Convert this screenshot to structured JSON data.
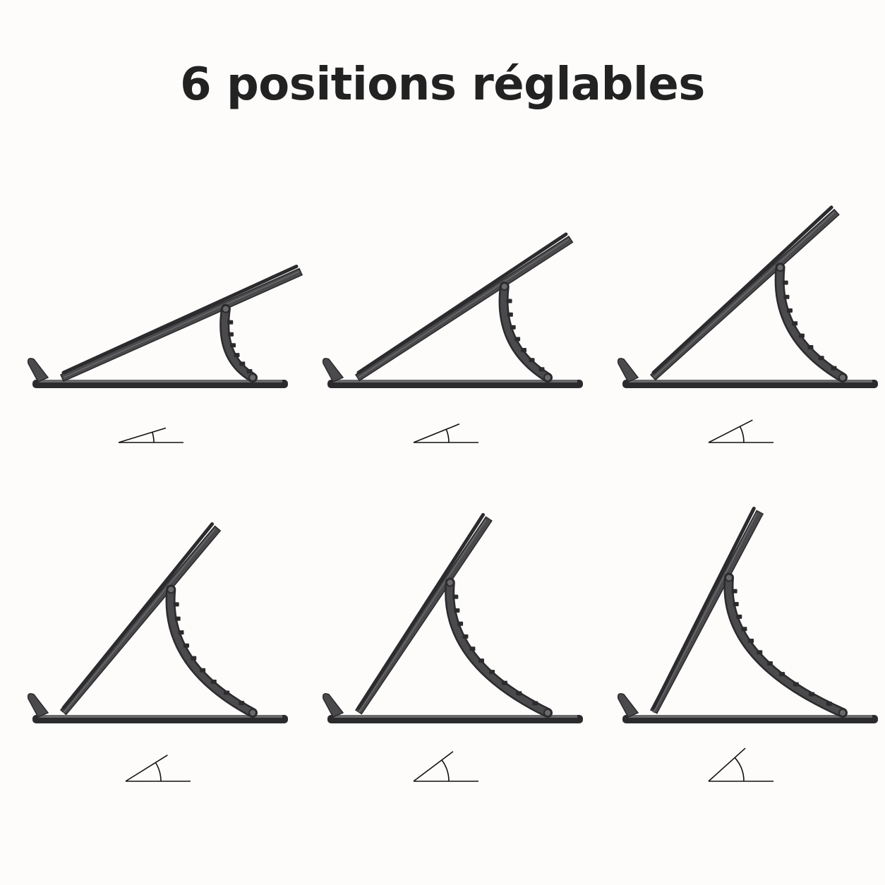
{
  "header": {
    "title": "6 positions réglables"
  },
  "colors": {
    "background": "#fdfcfb",
    "title": "#222222",
    "stand_body": "#4a4a4c",
    "stand_edge": "#2b2b2d",
    "stand_highlight": "#6a6a6c",
    "angle_line": "#111111"
  },
  "positions": [
    {
      "name": "position-1",
      "level": 1,
      "icon": "angle-icon"
    },
    {
      "name": "position-2",
      "level": 2,
      "icon": "angle-icon"
    },
    {
      "name": "position-3",
      "level": 3,
      "icon": "angle-icon"
    },
    {
      "name": "position-4",
      "level": 4,
      "icon": "angle-icon"
    },
    {
      "name": "position-5",
      "level": 5,
      "icon": "angle-icon"
    },
    {
      "name": "position-6",
      "level": 6,
      "icon": "angle-icon"
    }
  ]
}
